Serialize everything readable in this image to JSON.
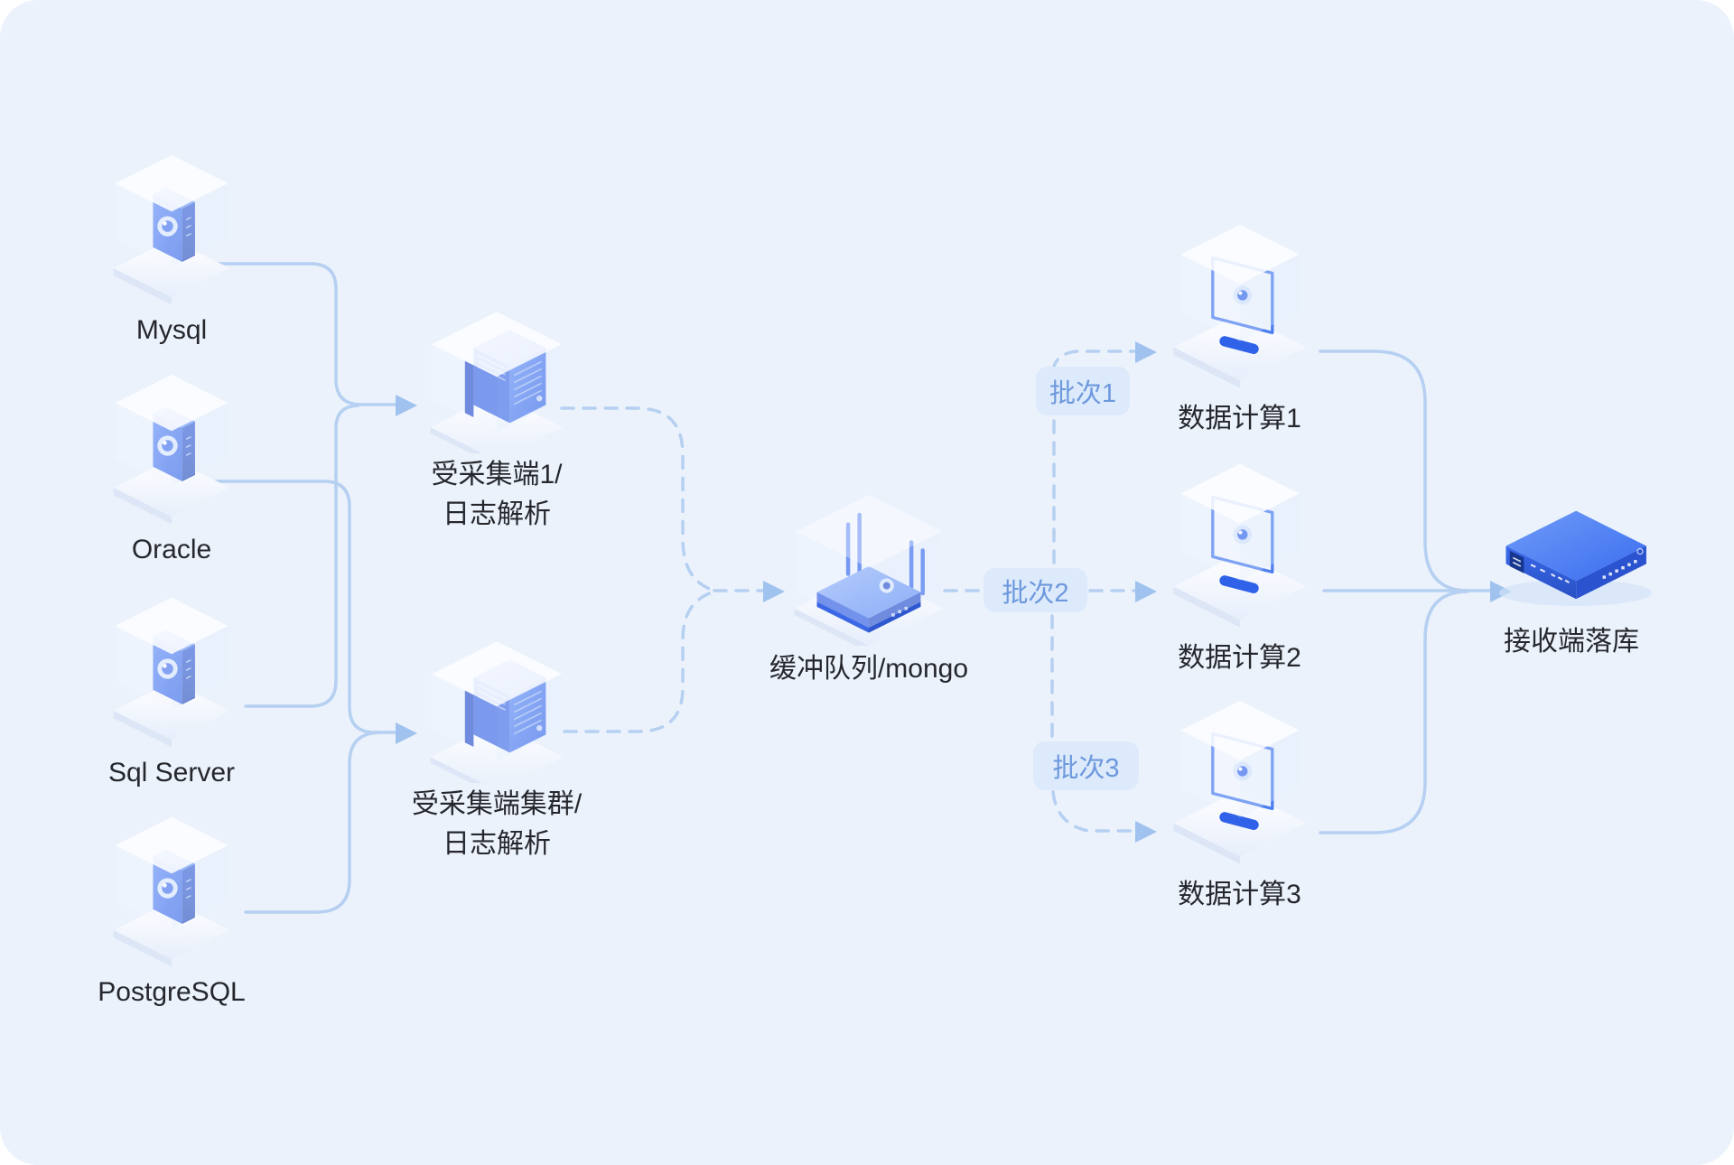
{
  "palette": {
    "canvas_bg": "#ebf2fc",
    "line": "#b6d0f1",
    "arrow": "#9fc2ee",
    "badge_bg": "#dceafb",
    "badge_text": "#6d98dd",
    "label_text": "#26272d",
    "device_blue": "#3f6fee"
  },
  "sources": [
    {
      "label": "Mysql"
    },
    {
      "label": "Oracle"
    },
    {
      "label": "Sql Server"
    },
    {
      "label": "PostgreSQL"
    }
  ],
  "collectors": [
    {
      "line1": "受采集端1/",
      "line2": "日志解析"
    },
    {
      "line1": "受采集端集群/",
      "line2": "日志解析"
    }
  ],
  "buffer": {
    "label": "缓冲队列/mongo"
  },
  "batches": [
    {
      "label": "批次1"
    },
    {
      "label": "批次2"
    },
    {
      "label": "批次3"
    }
  ],
  "computes": [
    {
      "label": "数据计算1"
    },
    {
      "label": "数据计算2"
    },
    {
      "label": "数据计算3"
    }
  ],
  "receiver": {
    "label": "接收端落库"
  }
}
